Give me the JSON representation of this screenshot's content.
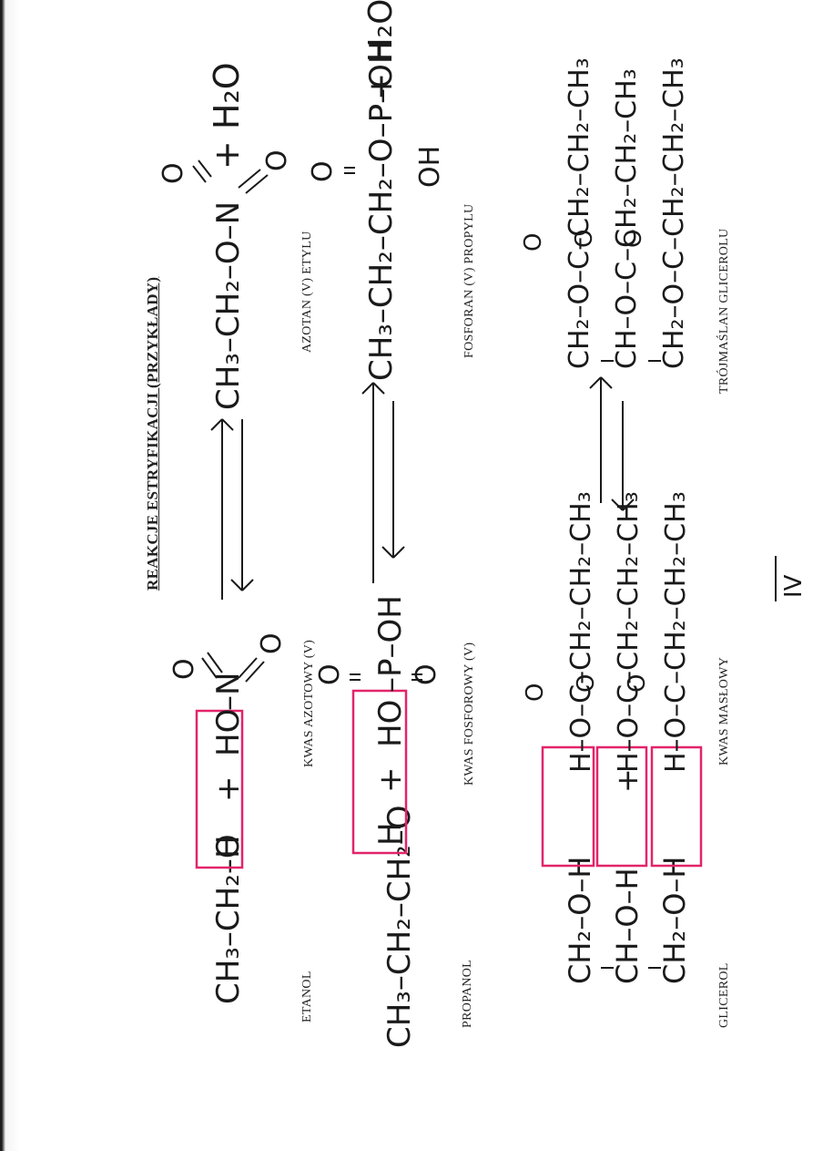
{
  "title": "REAKCJE ESTRYFIKACJI (PRZYKŁADY)",
  "labels": {
    "etanol": "ETANOL",
    "kwas_azotowy": "KWAS AZOTOWY (V)",
    "azotan_etylu": "AZOTAN (V) ETYLU",
    "propanol": "PROPANOL",
    "kwas_fosforowy": "KWAS FOSFOROWY (V)",
    "fosforan_propylu": "FOSFORAN (V) PROPYLU",
    "glicerol": "GLICEROL",
    "kwas_maslowy": "KWAS MASŁOWY",
    "trojmaslan_glicerolu": "TRÓJMAŚLAN GLICEROLU"
  },
  "formulas": {
    "r1_reactant1": "CH₃–CH₂–O",
    "r1_h": "H",
    "r1_plus": "+",
    "r1_ho": "HO",
    "r1_n": "–N",
    "r1_product": "CH₃–CH₂–O–N",
    "r1_water": "+ H₂O",
    "r2_reactant1": "CH₃–CH₂–CH₂–O",
    "r2_h": "H",
    "r2_plus": "+",
    "r2_ho": "HO",
    "r2_p": "–P–OH",
    "r2_product": "CH₃–CH₂–CH₂–O–P–OH",
    "r2_oh": "OH",
    "r2_water": "+ H₂O",
    "r3_gly": [
      "CH₂–O–H",
      "CH–O–H",
      "CH₂–O–H"
    ],
    "r3_acid": [
      "H–O–C–CH₂–CH₂–CH₃",
      "H–O–C–CH₂–CH₂–CH₃",
      "H–O–C–CH₂–CH₂–CH₃"
    ],
    "r3_plus": "+",
    "r3_ester": [
      "CH₂–O–C–CH₂–CH₂–CH₃",
      "CH–O–C–CH₂–CH₂–CH₃",
      "CH₂–O–C–CH₂–CH₂–CH₃"
    ],
    "oxygen": "O",
    "page_number": "IV"
  },
  "colors": {
    "box": "#e2246a",
    "ink": "#1a1a1a"
  }
}
